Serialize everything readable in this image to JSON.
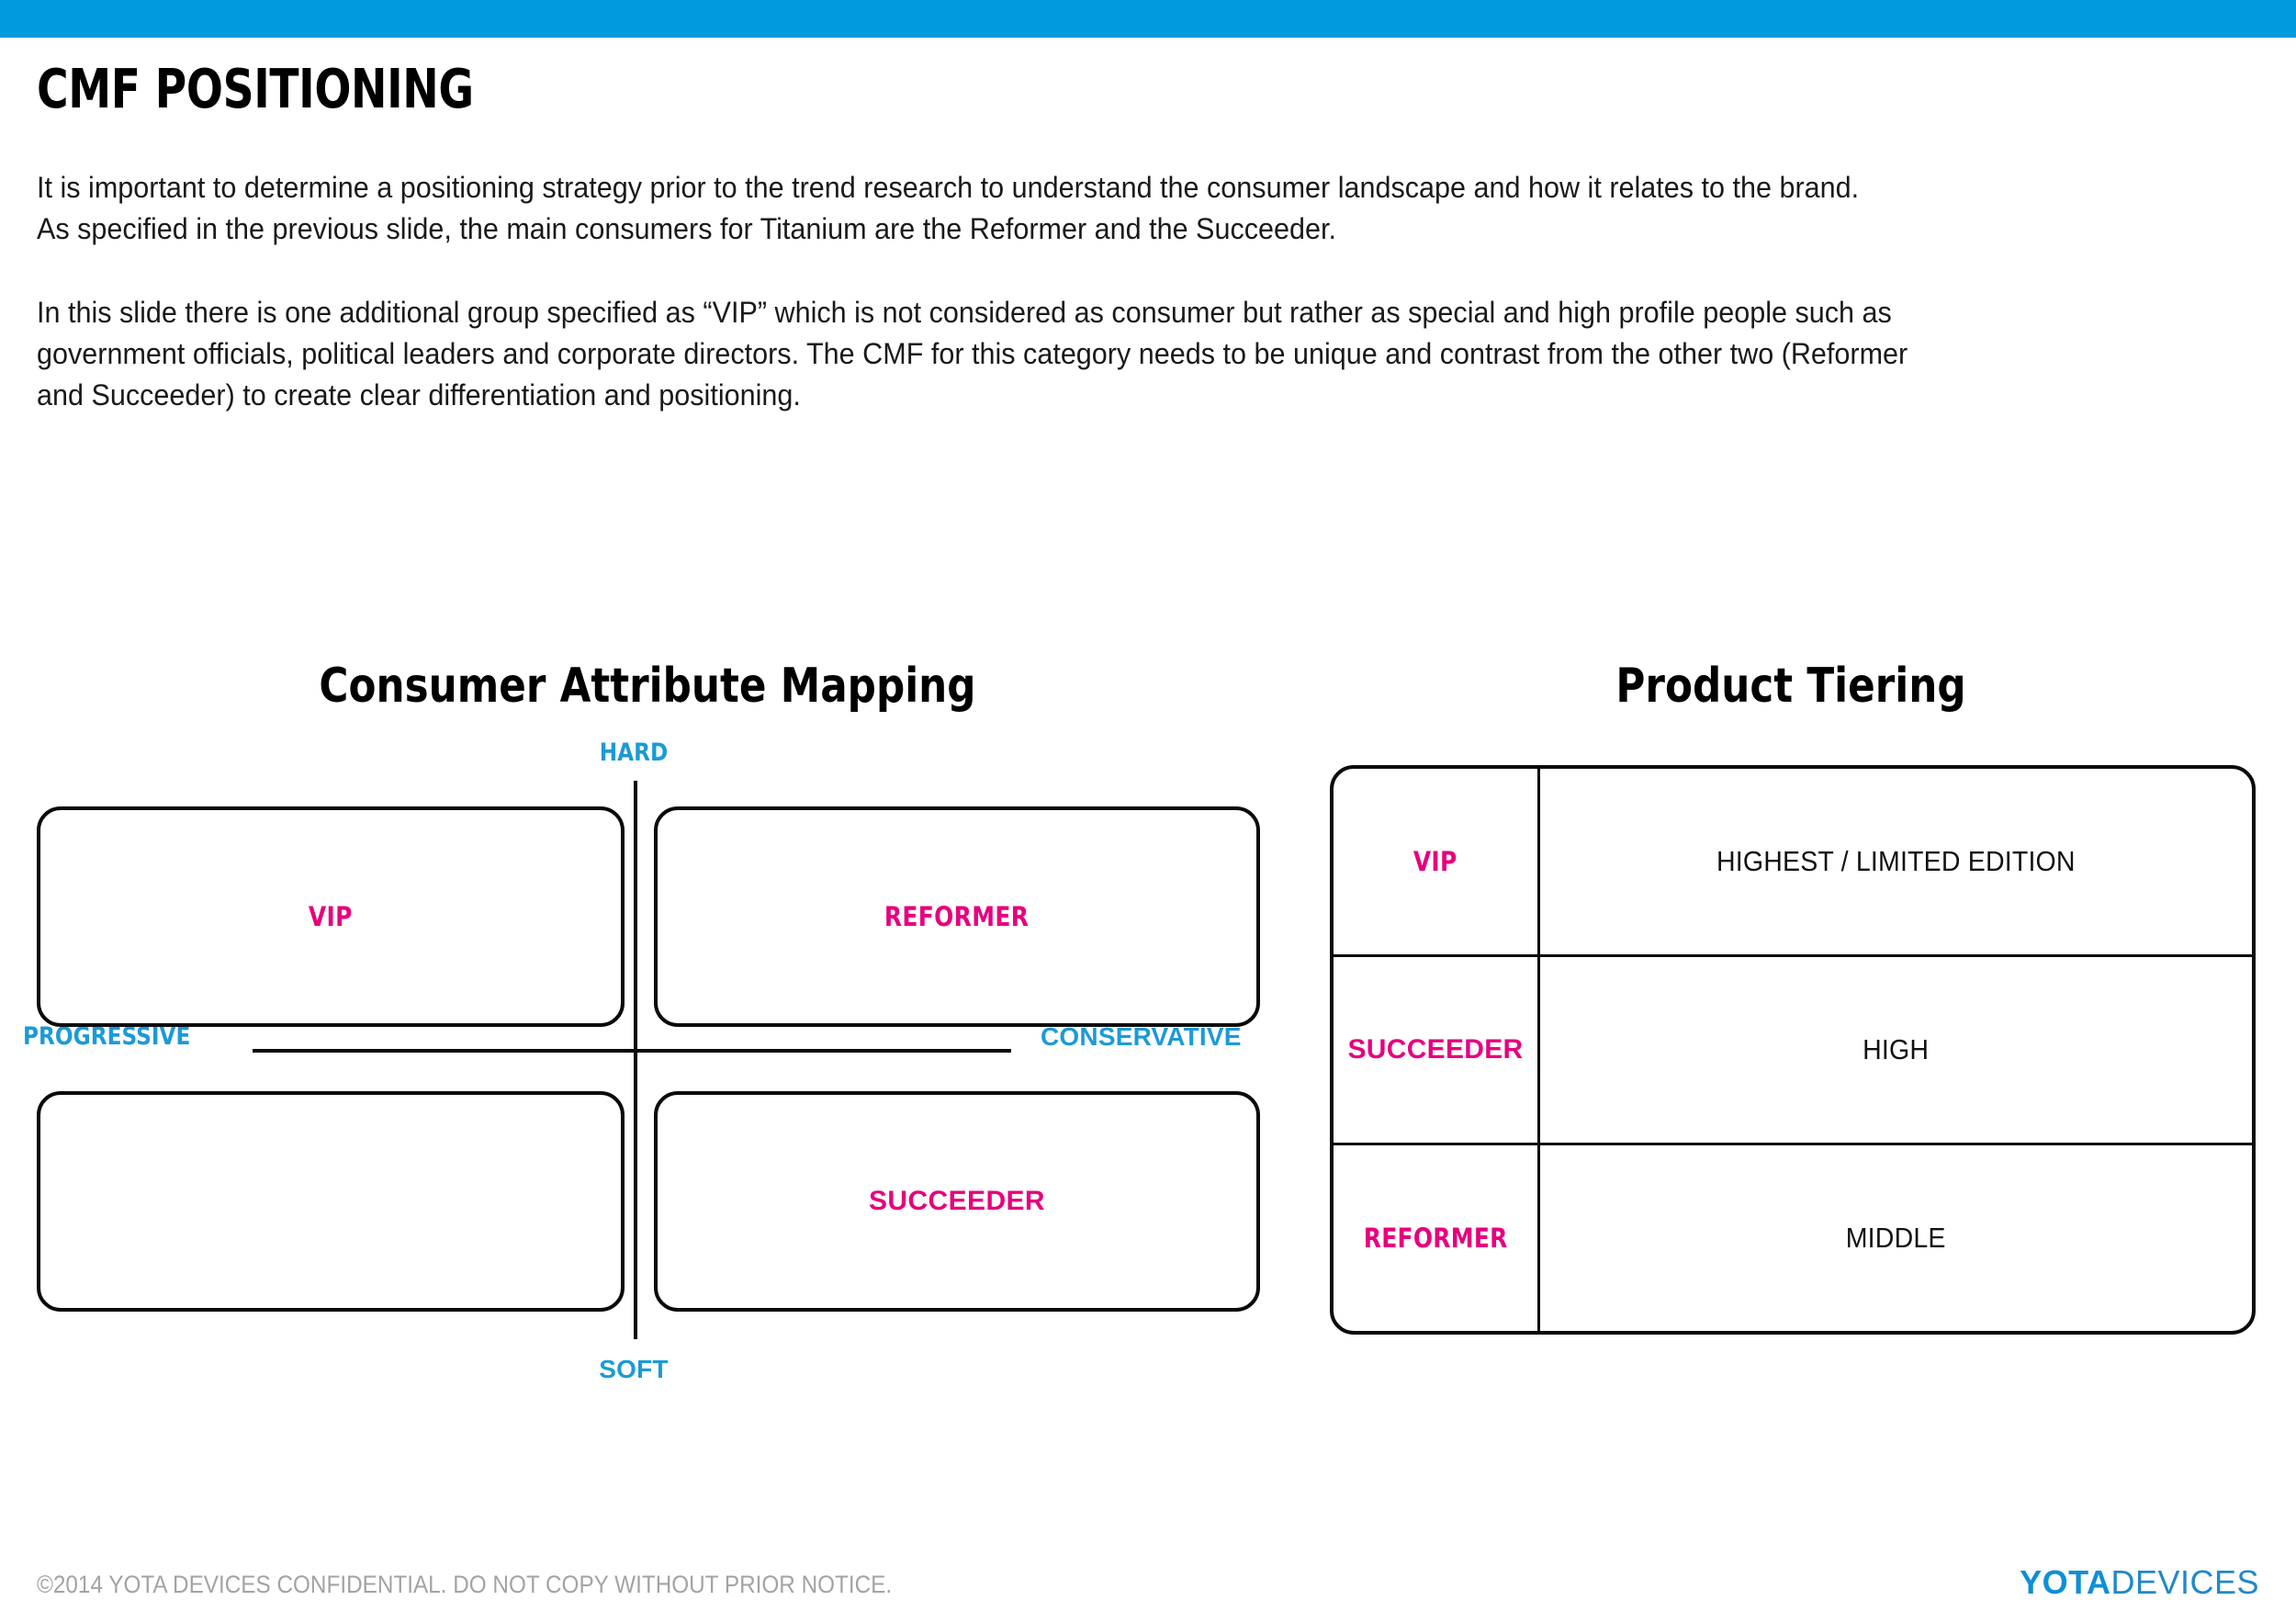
{
  "theme": {
    "accent_blue": "#029ADE",
    "label_blue": "#1C9AD6",
    "magenta": "#E6007E",
    "footer_grey": "#a3a3a3",
    "logo_blue": "#1C84C6"
  },
  "header": {
    "title": "CMF POSITIONING"
  },
  "intro": {
    "paragraph_1_line_1": "It is important to determine a positioning strategy prior to the trend research to understand the consumer landscape and how it relates to the brand.",
    "paragraph_1_line_2": "As specified in the previous slide, the main consumers for Titanium are the Reformer and the Succeeder.",
    "paragraph_2_line_1": "In this slide there is one additional group specified as “VIP” which is not considered as consumer but rather as special and high profile people such as",
    "paragraph_2_line_2": "government officials, political leaders and corporate directors. The CMF for this category needs to be unique and contrast from the other two (Reformer",
    "paragraph_2_line_3": "and Succeeder) to create clear differentiation and positioning."
  },
  "consumer_map": {
    "heading": "Consumer Attribute Mapping",
    "axes": {
      "top": "HARD",
      "bottom": "SOFT",
      "left": "PROGRESSIVE",
      "right": "CONSERVATIVE"
    },
    "quadrants": [
      {
        "position": "top-left",
        "label": "VIP"
      },
      {
        "position": "top-right",
        "label": "REFORMER"
      },
      {
        "position": "bottom-left",
        "label": ""
      },
      {
        "position": "bottom-right",
        "label": "SUCCEEDER"
      }
    ]
  },
  "product_tiering": {
    "heading": "Product Tiering",
    "rows": [
      {
        "segment": "VIP",
        "tier": "HIGHEST / LIMITED EDITION"
      },
      {
        "segment": "SUCCEEDER",
        "tier": "HIGH"
      },
      {
        "segment": "REFORMER",
        "tier": "MIDDLE"
      }
    ]
  },
  "footer": {
    "notice": "©2014 YOTA DEVICES CONFIDENTIAL. DO NOT COPY WITHOUT PRIOR NOTICE.",
    "logo_bold": "YOTA",
    "logo_light": "DEVICES"
  }
}
